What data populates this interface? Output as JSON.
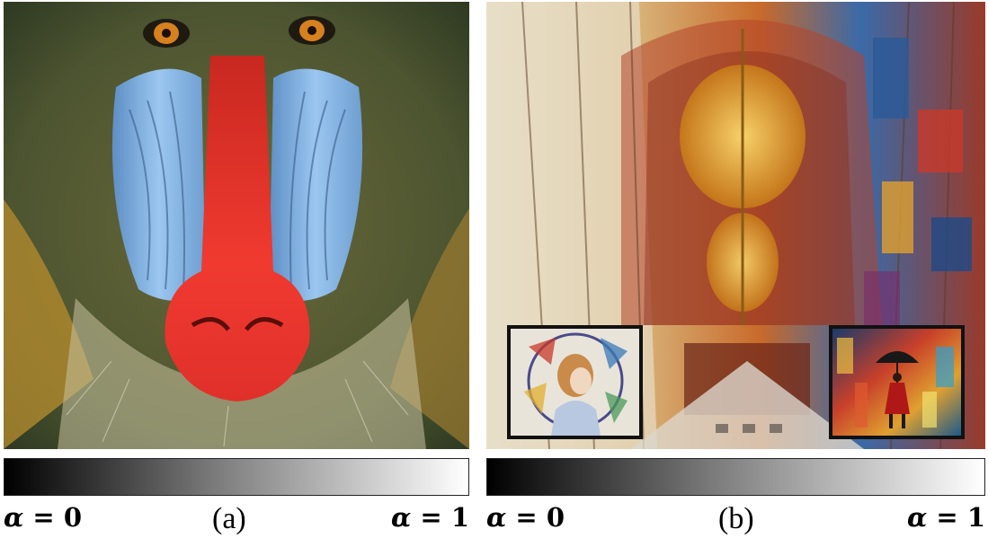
{
  "panels": [
    {
      "id": "a",
      "caption": "(a)",
      "alpha_left": {
        "symbol": "α",
        "eq": " = 0"
      },
      "alpha_right": {
        "symbol": "α",
        "eq": " = 1"
      }
    },
    {
      "id": "b",
      "caption": "(b)",
      "alpha_left": {
        "symbol": "α",
        "eq": " = 0"
      },
      "alpha_right": {
        "symbol": "α",
        "eq": " = 1"
      }
    }
  ],
  "colors": {
    "baboon_nose": "#e8302a",
    "baboon_cheek": "#7eb6e8",
    "baboon_fur": "#5a5a2e",
    "church_gold": "#e0a030",
    "church_blue": "#2a6aa8",
    "church_red": "#b8302a"
  }
}
